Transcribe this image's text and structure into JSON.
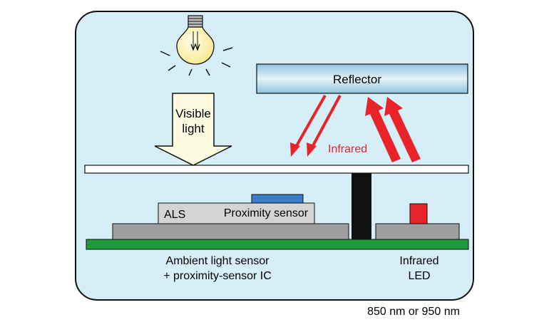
{
  "labels": {
    "reflector": "Reflector",
    "visible_light_line1": "Visible",
    "visible_light_line2": "light",
    "infrared": "Infrared",
    "als": "ALS",
    "proximity_sensor": "Proximity sensor",
    "ic_line1": "Ambient light sensor",
    "ic_line2": "+ proximity-sensor IC",
    "led_line1": "Infrared",
    "led_line2": "LED",
    "wavelength": "850 nm or 950 nm"
  },
  "colors": {
    "background_panel": "#d6eef8",
    "infrared_arrow": "#e8232a",
    "pcb": "#1e9a3c",
    "chip": "#9e9e9e",
    "als_block": "#d4d4d4",
    "proximity_window": "#3a7dc8",
    "led": "#e8232a",
    "barrier": "#111111",
    "bulb": "#fff6b8",
    "visible_arrow": "#fdfbe0"
  }
}
